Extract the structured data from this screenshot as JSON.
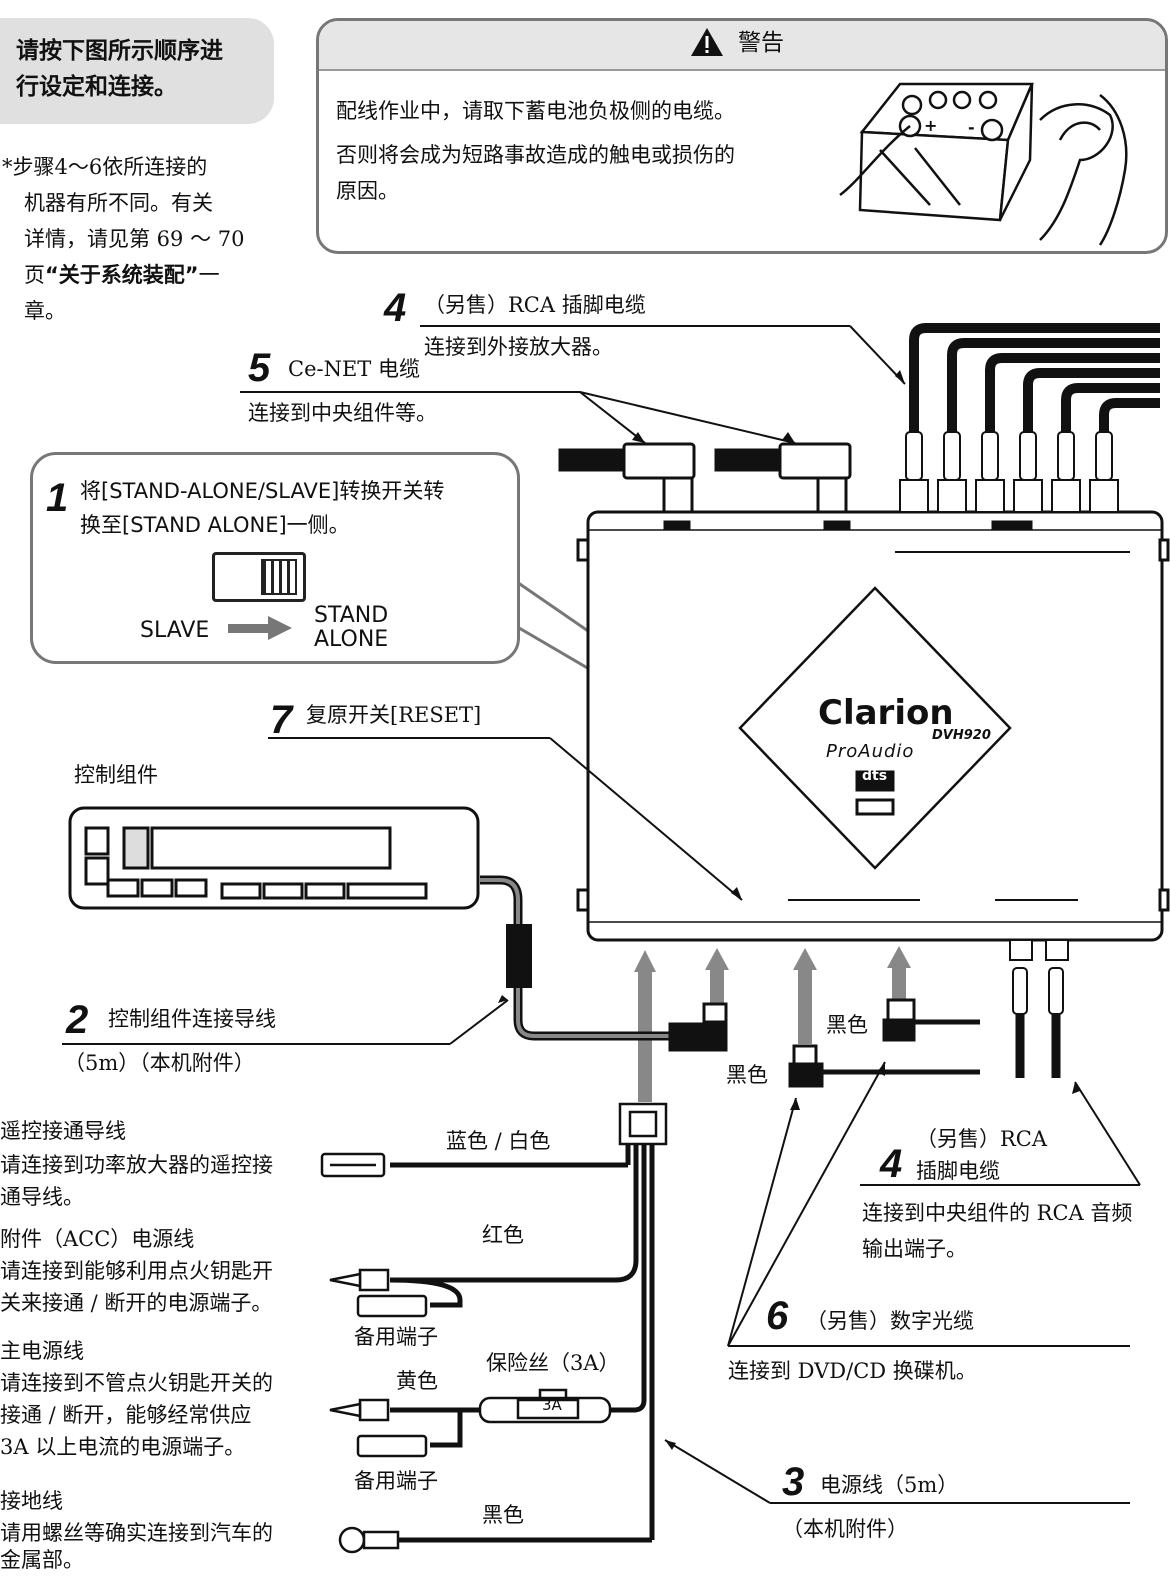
{
  "intro": {
    "heading_line1": "请按下图所示顺序进",
    "heading_line2": "行设定和连接。",
    "note_line1": "*步骤4～6依所连接的",
    "note_line2": "机器有所不同。有关",
    "note_line3": "详情，请见第 69 ～ 70",
    "note_line4_pre": "页",
    "note_line4_bold": "“关于系统装配”",
    "note_line4_post": "一",
    "note_line5": "章。"
  },
  "warning": {
    "title": "警告",
    "line1": "配线作业中，请取下蓄电池负极侧的电缆。",
    "line2": "否则将会成为短路事故造成的触电或损伤的",
    "line3": "原因。",
    "battery_plus": "+",
    "battery_minus": "-"
  },
  "steps": {
    "s4_top": {
      "num": "4",
      "title": "（另售）RCA 插脚电缆",
      "desc": "连接到外接放大器。"
    },
    "s5": {
      "num": "5",
      "title": "Ce-NET 电缆",
      "desc": "连接到中央组件等。"
    },
    "s1": {
      "num": "1",
      "line1": "将[STAND-ALONE/SLAVE]转换开关转",
      "line2": "换至[STAND ALONE]一侧。",
      "slave": "SLAVE",
      "stand1": "STAND",
      "stand2": "ALONE"
    },
    "s7": {
      "num": "7",
      "title": "复原开关[RESET]"
    },
    "control_unit_label": "控制组件",
    "s2": {
      "num": "2",
      "title": "控制组件连接导线",
      "sub": "（5m）（本机附件）"
    },
    "s4_bottom": {
      "num": "4",
      "title1": "（另售）RCA",
      "title2": "插脚电缆",
      "desc1": "连接到中央组件的 RCA 音频",
      "desc2": "输出端子。"
    },
    "s6": {
      "num": "6",
      "title": "（另售）数字光缆",
      "desc": "连接到 DVD/CD 换碟机。"
    },
    "s3": {
      "num": "3",
      "title": "电源线（5m）",
      "sub": "（本机附件）"
    }
  },
  "unit": {
    "brand": "Clarion",
    "model": "DVH920",
    "series": "ProAudio",
    "logo_text": "dts"
  },
  "wires": {
    "remote_title": "遥控接通导线",
    "remote_desc1": "请连接到功率放大器的遥控接",
    "remote_desc2": "通导线。",
    "remote_color": "蓝色 / 白色",
    "acc_title": "附件（ACC）电源线",
    "acc_desc1": "请连接到能够利用点火钥匙开",
    "acc_desc2": "关来接通 / 断开的电源端子。",
    "acc_color": "红色",
    "spare1": "备用端子",
    "main_title": "主电源线",
    "main_desc1": "请连接到不管点火钥匙开关的",
    "main_desc2": "接通 / 断开，能够经常供应",
    "main_desc3": "3A 以上电流的电源端子。",
    "main_color": "黄色",
    "fuse": "保险丝（3A）",
    "fuse_value": "3A",
    "spare2": "备用端子",
    "ground_title": "接地线",
    "ground_desc1": "请用螺丝等确实连接到汽车的",
    "ground_desc2": "金属部。",
    "ground_color": "黑色",
    "optical_black1": "黑色",
    "optical_black2": "黑色"
  },
  "colors": {
    "gray_box": "#e0e0e0",
    "arrow_gray": "#888888",
    "line": "#111111"
  }
}
